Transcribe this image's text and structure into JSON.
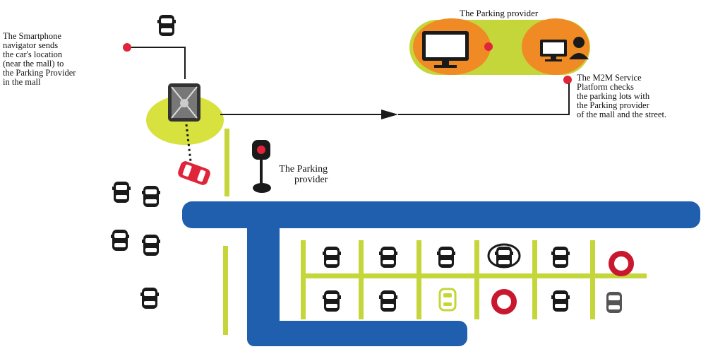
{
  "labels": {
    "smartphone_text": [
      "The Smartphone",
      "navigator sends",
      "the car's location",
      "(near the mall) to",
      "the Parking Provider",
      "in the mall"
    ],
    "parking_provider_top": "The Parking provider",
    "m2m_text": [
      "The M2M Service",
      "Platform checks",
      "the parking lots with",
      "the Parking provider",
      "of the mall and the street."
    ],
    "parking_provider_meter": [
      "The Parking",
      "provider"
    ]
  },
  "colors": {
    "road": "#1f5fae",
    "lane": "#c5d63a",
    "orange": "#f08a24",
    "red": "#e0243a",
    "dark": "#1a1a1a"
  }
}
